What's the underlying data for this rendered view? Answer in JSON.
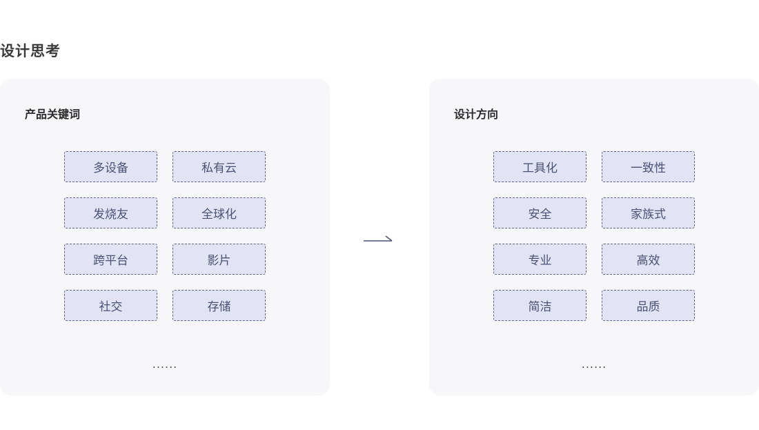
{
  "page_title": "设计思考",
  "left_panel": {
    "title": "产品关键词",
    "tags": [
      "多设备",
      "私有云",
      "发烧友",
      "全球化",
      "跨平台",
      "影片",
      "社交",
      "存储"
    ],
    "ellipsis": "......"
  },
  "right_panel": {
    "title": "设计方向",
    "tags": [
      "工具化",
      "一致性",
      "安全",
      "家族式",
      "专业",
      "高效",
      "简洁",
      "品质"
    ],
    "ellipsis": "......"
  },
  "colors": {
    "tag_fill": "#e2e4f6",
    "tag_border": "#5d6488",
    "tag_text": "#4a5174",
    "panel_bg": "#f7f7f9",
    "arrow": "#4a5174"
  },
  "icons": {
    "arrow": "right-arrow-icon"
  }
}
